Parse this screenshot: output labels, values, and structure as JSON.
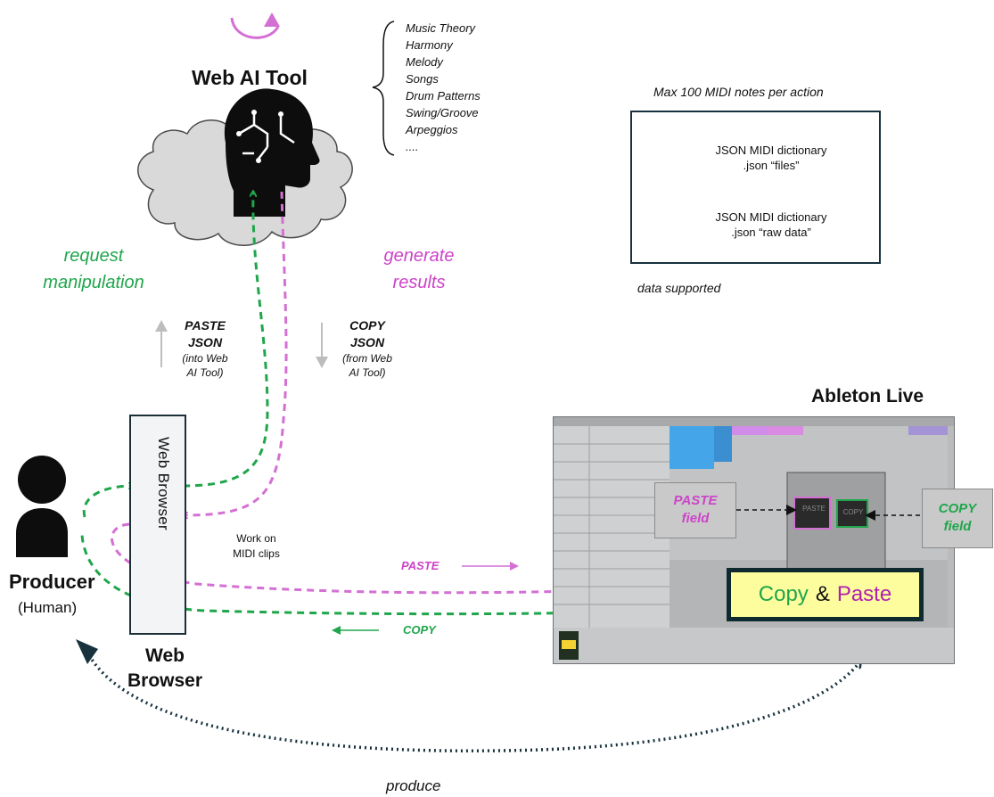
{
  "web_ai_tool": {
    "title": "Web AI Tool",
    "topics": [
      "Music Theory",
      "Harmony",
      "Melody",
      "Songs",
      "Drum Patterns",
      "Swing/Groove",
      "Arpeggios",
      "...."
    ]
  },
  "json_panel": {
    "heading": "Max 100 MIDI notes per action",
    "item1_line1": "JSON MIDI dictionary",
    "item1_line2": ".json “files”",
    "item2_line1": "JSON MIDI dictionary",
    "item2_line2": ".json “raw data”",
    "caption": "data supported"
  },
  "flow": {
    "request_line1": "request",
    "request_line2": "manipulation",
    "generate_line1": "generate",
    "generate_line2": "results",
    "paste_json_line1": "PASTE",
    "paste_json_line2": "JSON",
    "paste_json_sub1": "(into Web",
    "paste_json_sub2": "AI Tool)",
    "copy_json_line1": "COPY",
    "copy_json_line2": "JSON",
    "copy_json_sub1": "(from Web",
    "copy_json_sub2": "AI Tool)",
    "work_line1": "Work on",
    "work_line2": "MIDI clips",
    "paste_arrow": "PASTE",
    "copy_arrow": "COPY",
    "produce": "produce"
  },
  "browser": {
    "vertical_label": "Web Browser",
    "caption_line1": "Web",
    "caption_line2": "Browser"
  },
  "producer": {
    "label": "Producer",
    "sub": "(Human)"
  },
  "ableton": {
    "title": "Ableton Live",
    "paste_field_line1": "PASTE",
    "paste_field_line2": "field",
    "copy_field_line1": "COPY",
    "copy_field_line2": "field",
    "panel_paste": "PASTE",
    "panel_copy": "COPY",
    "cp_copy": "Copy",
    "cp_amp": "&",
    "cp_paste": "Paste"
  },
  "colors": {
    "green": "#1fa64b",
    "pink": "#d46fd3",
    "navy": "#17323d",
    "orange": "#c4561a",
    "gray_arrow": "#bdbdbd"
  }
}
